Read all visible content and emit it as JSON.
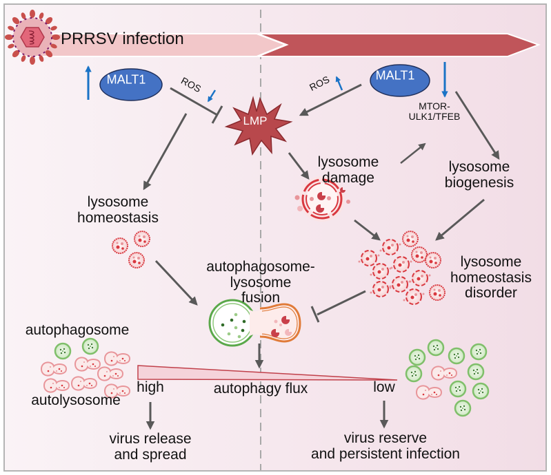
{
  "colors": {
    "bar_light": "#f2c7c9",
    "bar_dark": "#c0555a",
    "malt_fill": "#4472c4",
    "malt_stroke": "#1f2f5a",
    "up_down_arrow": "#1a73c6",
    "lmp_fill": "#b8484c",
    "arrow_gray": "#595959",
    "lysosome_red": "#d9383f",
    "autophagosome_green": "#5aa84a",
    "fusion_orange": "#e07b39",
    "flux_wedge": "#c0404a"
  },
  "header": {
    "title": "PRRSV infection",
    "virus_icon": "virus-icon"
  },
  "left_panel": {
    "malt1_label": "MALT1",
    "malt1_trend": "up",
    "ros_label": "ROS",
    "ros_trend": "down",
    "lysosome_homeostasis": [
      "lysosome",
      "homeostasis"
    ]
  },
  "right_panel": {
    "malt1_label": "MALT1",
    "malt1_trend": "down",
    "ros_label": "ROS",
    "ros_trend": "up",
    "mtor_label": [
      "MTOR-",
      "ULK1/TFEB"
    ],
    "lysosome_damage": [
      "lysosome",
      "damage"
    ],
    "lysosome_biogenesis": [
      "lysosome",
      "biogenesis"
    ],
    "homeostasis_disorder": [
      "lysosome",
      "homeostasis",
      "disorder"
    ]
  },
  "center": {
    "lmp_label": "LMP",
    "fusion_label": [
      "autophagosome-",
      "lysosome",
      "fusion"
    ],
    "flux_label": "autophagy flux",
    "flux_high": "high",
    "flux_low": "low"
  },
  "bottom_left": {
    "autophagosome_label": "autophagosome",
    "autolysosome_label": "autolysosome",
    "outcome": [
      "virus release",
      "and spread"
    ]
  },
  "bottom_right": {
    "outcome": [
      "virus reserve",
      "and persistent infection"
    ]
  }
}
